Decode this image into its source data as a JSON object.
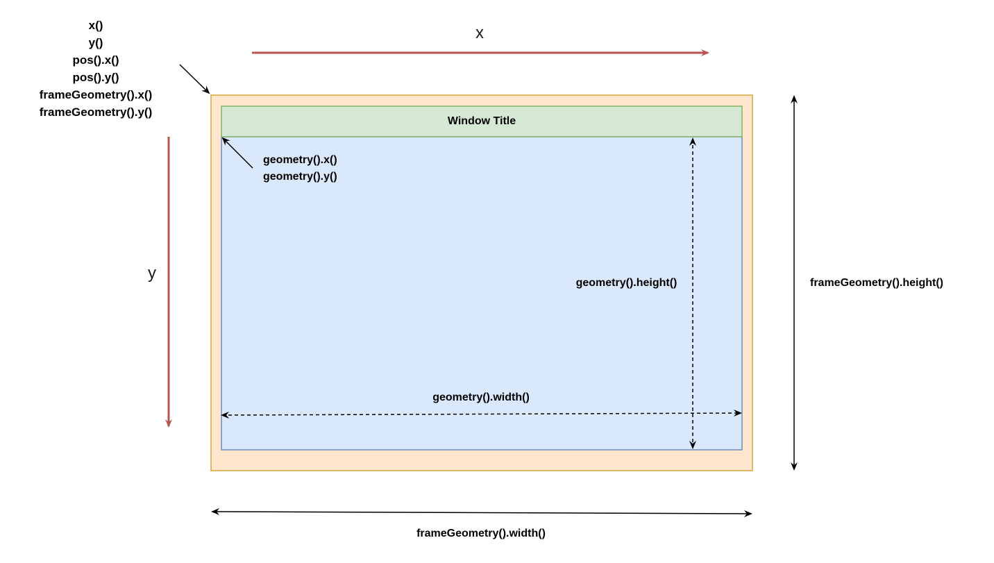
{
  "labels": {
    "top_left_lines": [
      "x()",
      "y()",
      "pos().x()",
      "pos().y()",
      "frameGeometry().x()",
      "frameGeometry().y()"
    ],
    "x_axis": "x",
    "y_axis": "y",
    "window_title": "Window Title",
    "geometry_x": "geometry().x()",
    "geometry_y": "geometry().y()",
    "geometry_height": "geometry().height()",
    "geometry_width": "geometry().width()",
    "frame_height": "frameGeometry().height()",
    "frame_width": "frameGeometry().width()"
  },
  "colors": {
    "frame_fill": "#ffe6cc",
    "frame_border": "#d6a53a",
    "title_fill": "#d5e8d4",
    "title_border": "#82b366",
    "client_fill": "#dae8fc",
    "client_border": "#6c8ebf",
    "axis_arrow": "#b85450",
    "dimension_arrow": "#000000"
  }
}
